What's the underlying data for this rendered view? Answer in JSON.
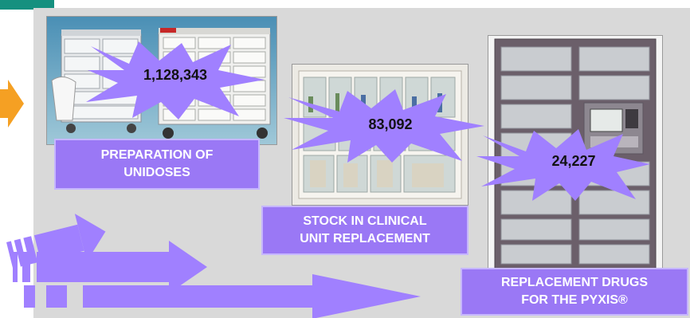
{
  "stages": [
    {
      "label_line1": "PREPARATION OF",
      "label_line2": "UNIDOSES",
      "count": "1,128,343"
    },
    {
      "label_line1": "STOCK IN CLINICAL",
      "label_line2": "UNIT REPLACEMENT",
      "count": "83,092"
    },
    {
      "label_line1": "REPLACEMENT DRUGS",
      "label_line2": "FOR THE PYXIS®",
      "count": "24,227"
    }
  ],
  "colors": {
    "panel": "#d9d9d9",
    "accent": "#9a78f5",
    "arrow_orange": "#f5a023",
    "tab": "#15907f"
  }
}
